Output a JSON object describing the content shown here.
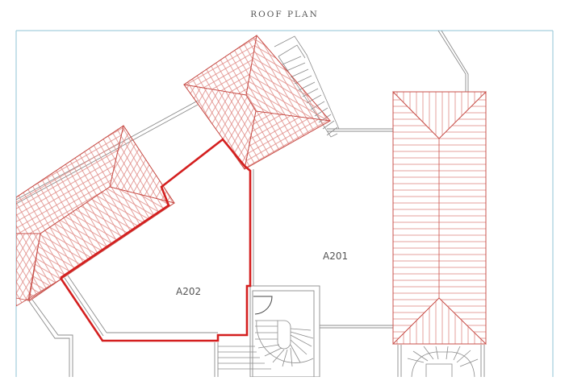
{
  "title": "ROOF PLAN",
  "frame_color": "#8fc3d6",
  "colors": {
    "roof_hatch": "#d9837f",
    "roof_outline": "#c8504a",
    "unit_highlight": "#d41f1f",
    "walls": "#8c8c8c",
    "labels": "#555555"
  },
  "rooms": [
    {
      "id": "A201",
      "label": "A201"
    },
    {
      "id": "A202",
      "label": "A202"
    }
  ],
  "highlighted_unit": "A202"
}
